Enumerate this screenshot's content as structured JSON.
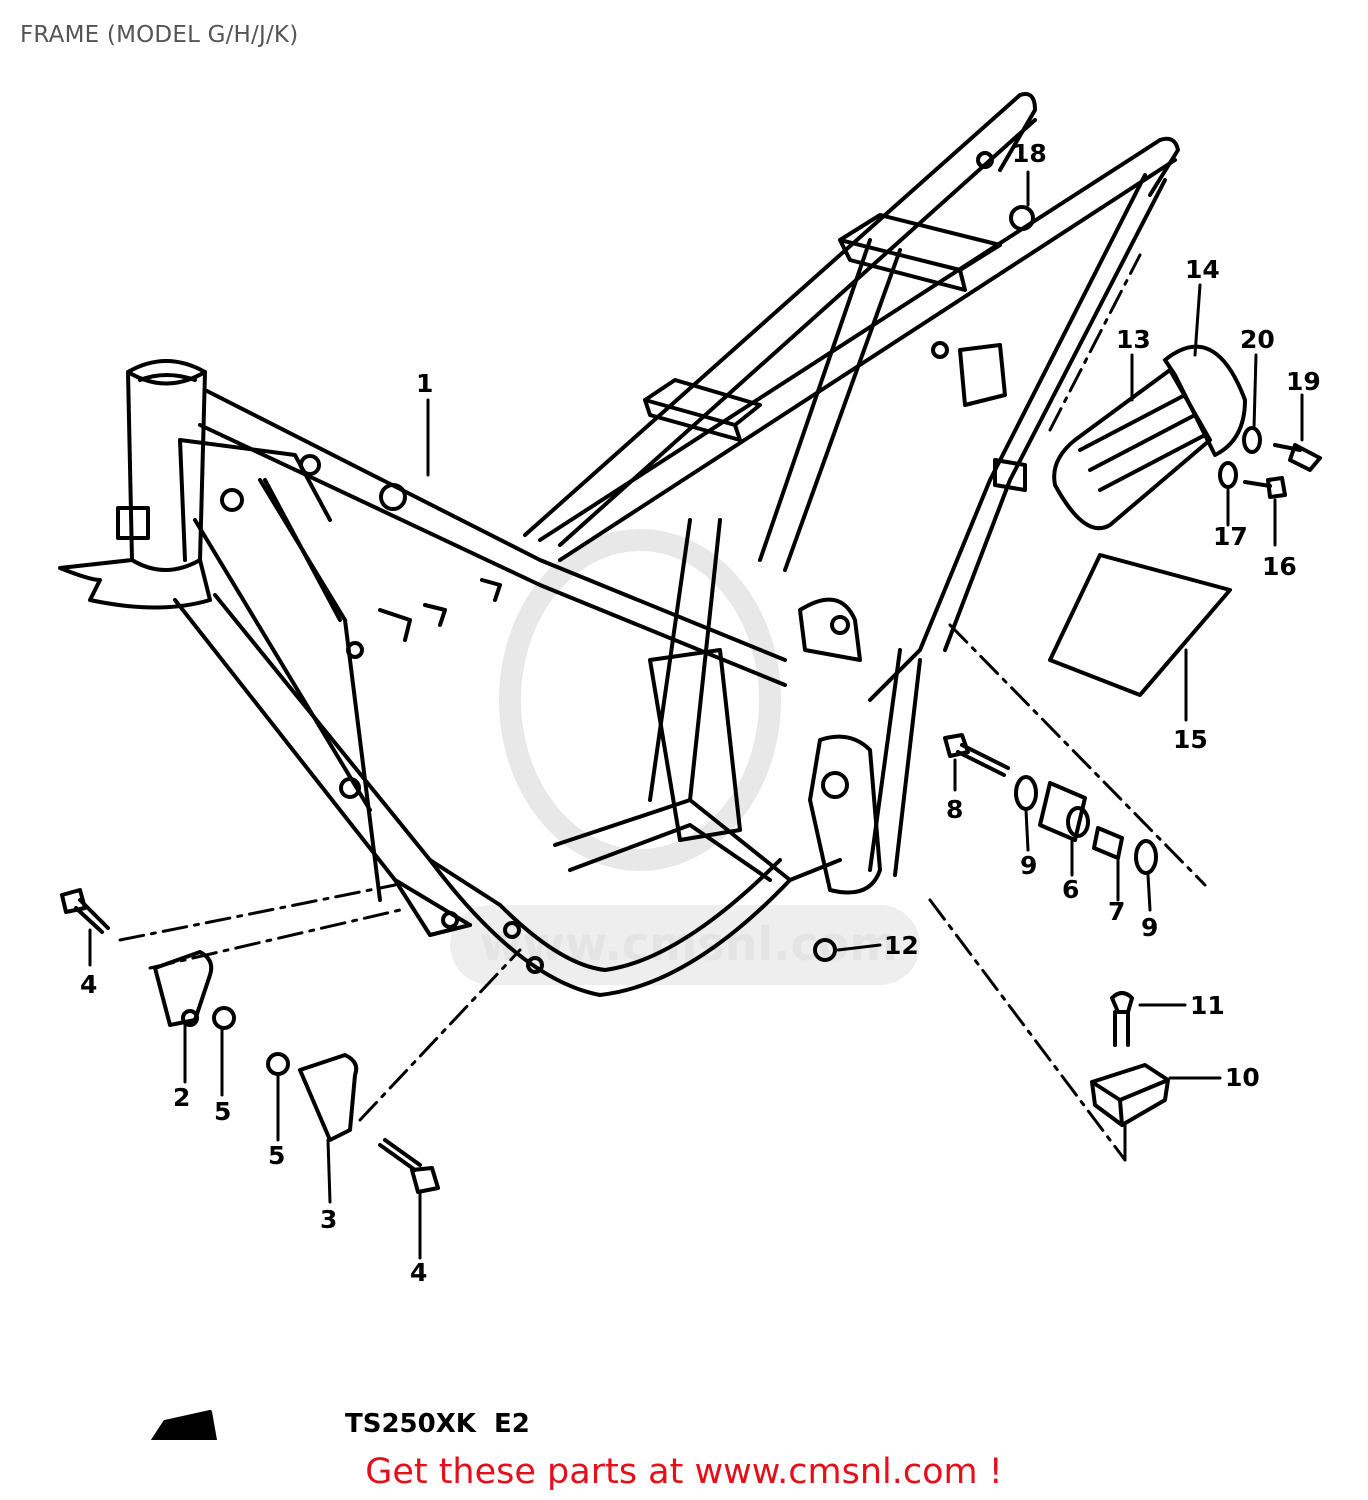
{
  "title": "FRAME (MODEL G/H/J/K)",
  "model_code": "TS250XK  E2",
  "watermark": "www.cmsnl.com",
  "footer": "Get these parts at www.cmsnl.com !",
  "callouts": [
    "1",
    "2",
    "3",
    "4",
    "4",
    "5",
    "5",
    "6",
    "7",
    "8",
    "9",
    "9",
    "10",
    "11",
    "12",
    "13",
    "14",
    "15",
    "16",
    "17",
    "18",
    "19",
    "20"
  ]
}
